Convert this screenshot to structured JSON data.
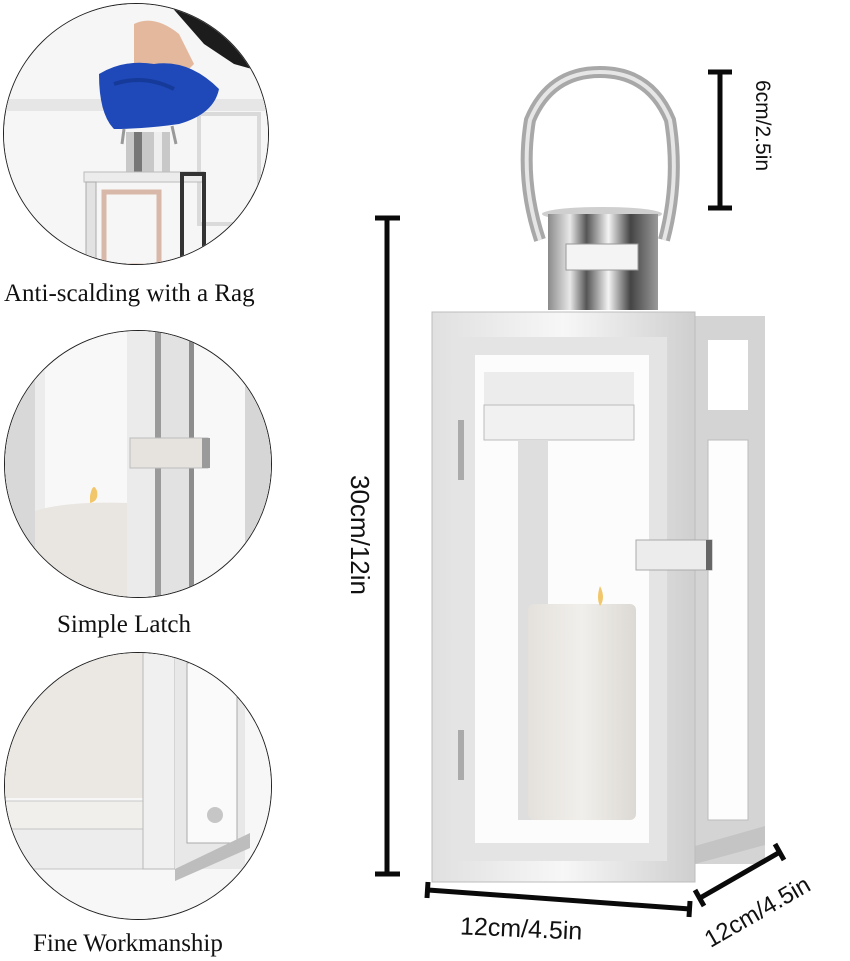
{
  "features": [
    {
      "label": "Anti-scalding with a Rag",
      "image": "hand-lifting-lantern-with-blue-rag"
    },
    {
      "label": "Simple Latch",
      "image": "latch-closeup-with-candle"
    },
    {
      "label": "Fine Workmanship",
      "image": "frame-corner-closeup"
    }
  ],
  "dimensions": {
    "handle": "6cm/2.5in",
    "height": "30cm/12in",
    "width": "12cm/4.5in",
    "depth": "12cm/4.5in"
  },
  "product": {
    "name": "stainless steel candle lantern",
    "colors": {
      "frame": "#d9d9d9",
      "candle": "#ece9e3",
      "rag": "#1f49b8",
      "flame": "#f2c66b",
      "line": "#0a0a0a"
    }
  }
}
